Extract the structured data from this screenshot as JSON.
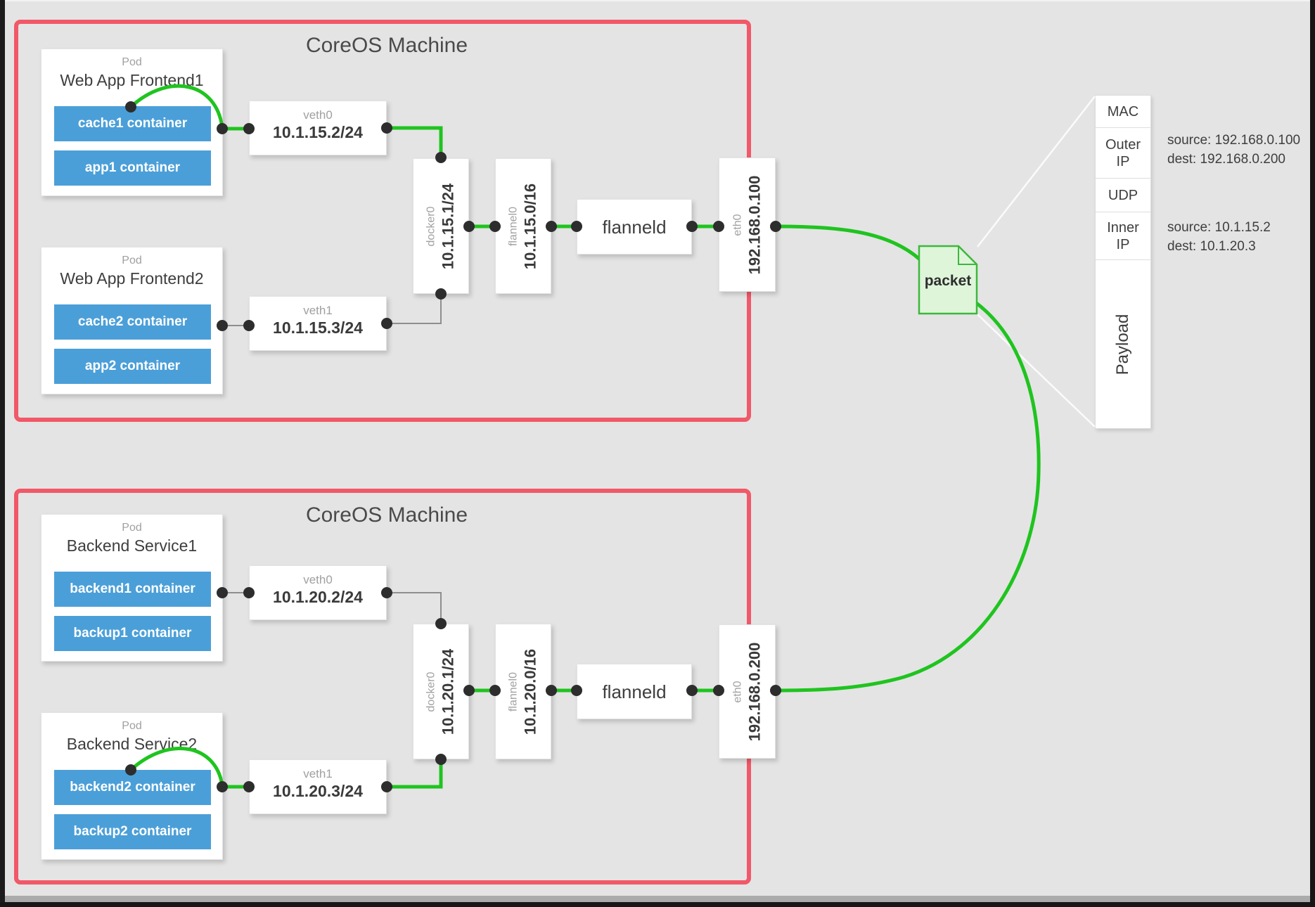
{
  "machine1": {
    "title": "CoreOS Machine",
    "pod1": {
      "tag": "Pod",
      "title": "Web App Frontend1",
      "c1": "cache1 container",
      "c2": "app1 container"
    },
    "pod2": {
      "tag": "Pod",
      "title": "Web App Frontend2",
      "c1": "cache2 container",
      "c2": "app2 container"
    },
    "veth0": {
      "name": "veth0",
      "ip": "10.1.15.2/24"
    },
    "veth1": {
      "name": "veth1",
      "ip": "10.1.15.3/24"
    },
    "docker0": {
      "name": "docker0",
      "ip": "10.1.15.1/24"
    },
    "flannel0": {
      "name": "flannel0",
      "ip": "10.1.15.0/16"
    },
    "flanneld": {
      "label": "flanneld"
    },
    "eth0": {
      "name": "eth0",
      "ip": "192.168.0.100"
    }
  },
  "machine2": {
    "title": "CoreOS Machine",
    "pod1": {
      "tag": "Pod",
      "title": "Backend Service1",
      "c1": "backend1 container",
      "c2": "backup1 container"
    },
    "pod2": {
      "tag": "Pod",
      "title": "Backend Service2",
      "c1": "backend2 container",
      "c2": "backup2 container"
    },
    "veth0": {
      "name": "veth0",
      "ip": "10.1.20.2/24"
    },
    "veth1": {
      "name": "veth1",
      "ip": "10.1.20.3/24"
    },
    "docker0": {
      "name": "docker0",
      "ip": "10.1.20.1/24"
    },
    "flannel0": {
      "name": "flannel0",
      "ip": "10.1.20.0/16"
    },
    "flanneld": {
      "label": "flanneld"
    },
    "eth0": {
      "name": "eth0",
      "ip": "192.168.0.200"
    }
  },
  "packet": {
    "label": "packet"
  },
  "stack": {
    "mac": "MAC",
    "outer": "Outer IP",
    "udp": "UDP",
    "inner": "Inner IP",
    "payload": "Payload",
    "outer_source": "source: 192.168.0.100",
    "outer_dest": "dest: 192.168.0.200",
    "inner_source": "source: 10.1.15.2",
    "inner_dest": "dest: 10.1.20.3"
  },
  "colors": {
    "machine_border": "#f15868",
    "container_blue": "#4b9fd8",
    "wire_green": "#1fc41f",
    "wire_gray": "#8e8e8e",
    "packet_fill": "#def5da",
    "packet_border": "#3cb83c",
    "dot": "#2d2d2d"
  }
}
